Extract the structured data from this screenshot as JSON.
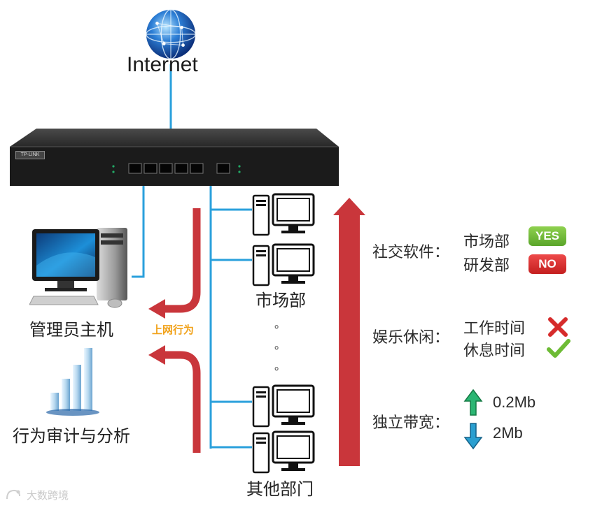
{
  "internet": {
    "label": "Internet"
  },
  "router": {
    "brand": "TP-LINK"
  },
  "admin": {
    "label": "管理员主机"
  },
  "audit": {
    "label": "行为审计与分析"
  },
  "behavior_arrow": {
    "label": "上网行为"
  },
  "departments": {
    "market": "市场部",
    "others": "其他部门",
    "ellipsis_dot": "。"
  },
  "policies": {
    "social": {
      "category": "社交软件：",
      "rows": [
        {
          "dept": "市场部",
          "badge": "YES"
        },
        {
          "dept": "研发部",
          "badge": "NO"
        }
      ]
    },
    "entertainment": {
      "category": "娱乐休闲：",
      "rows": [
        {
          "period": "工作时间",
          "status": "blocked"
        },
        {
          "period": "休息时间",
          "status": "allowed"
        }
      ]
    },
    "bandwidth": {
      "category": "独立带宽：",
      "rows": [
        {
          "direction": "up",
          "value": "0.2Mb"
        },
        {
          "direction": "down",
          "value": "2Mb"
        }
      ]
    }
  },
  "watermark": {
    "text": "大数跨境"
  },
  "colors": {
    "link_blue": "#2aa0dc",
    "flow_red": "#c9363b",
    "yes_green": "#6dbb35",
    "no_red": "#d62b2b",
    "up_green": "#2bb673",
    "down_blue": "#2a9fd0"
  }
}
